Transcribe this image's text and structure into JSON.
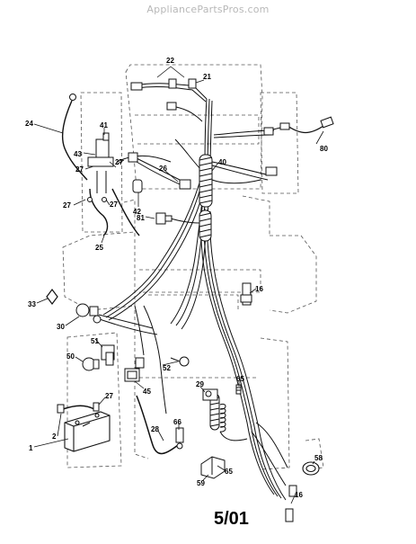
{
  "watermark": "AppliancePartsPros.com",
  "date_code": "5/01",
  "callouts": [
    {
      "id": "22",
      "label": "22"
    },
    {
      "id": "21",
      "label": "21"
    },
    {
      "id": "24",
      "label": "24"
    },
    {
      "id": "41",
      "label": "41"
    },
    {
      "id": "80",
      "label": "80"
    },
    {
      "id": "43",
      "label": "43"
    },
    {
      "id": "27a",
      "label": "27"
    },
    {
      "id": "27b",
      "label": "27"
    },
    {
      "id": "40",
      "label": "40"
    },
    {
      "id": "26",
      "label": "26"
    },
    {
      "id": "27c",
      "label": "27"
    },
    {
      "id": "27d",
      "label": "27"
    },
    {
      "id": "42",
      "label": "42"
    },
    {
      "id": "81",
      "label": "81"
    },
    {
      "id": "25",
      "label": "25"
    },
    {
      "id": "16a",
      "label": "16"
    },
    {
      "id": "33",
      "label": "33"
    },
    {
      "id": "30",
      "label": "30"
    },
    {
      "id": "51",
      "label": "51"
    },
    {
      "id": "50",
      "label": "50"
    },
    {
      "id": "52",
      "label": "52"
    },
    {
      "id": "45",
      "label": "45"
    },
    {
      "id": "29",
      "label": "29"
    },
    {
      "id": "65a",
      "label": "65"
    },
    {
      "id": "27e",
      "label": "27"
    },
    {
      "id": "2",
      "label": "2"
    },
    {
      "id": "1",
      "label": "1"
    },
    {
      "id": "28",
      "label": "28"
    },
    {
      "id": "66",
      "label": "66"
    },
    {
      "id": "58",
      "label": "58"
    },
    {
      "id": "65b",
      "label": "65"
    },
    {
      "id": "59",
      "label": "59"
    },
    {
      "id": "16b",
      "label": "16"
    }
  ]
}
